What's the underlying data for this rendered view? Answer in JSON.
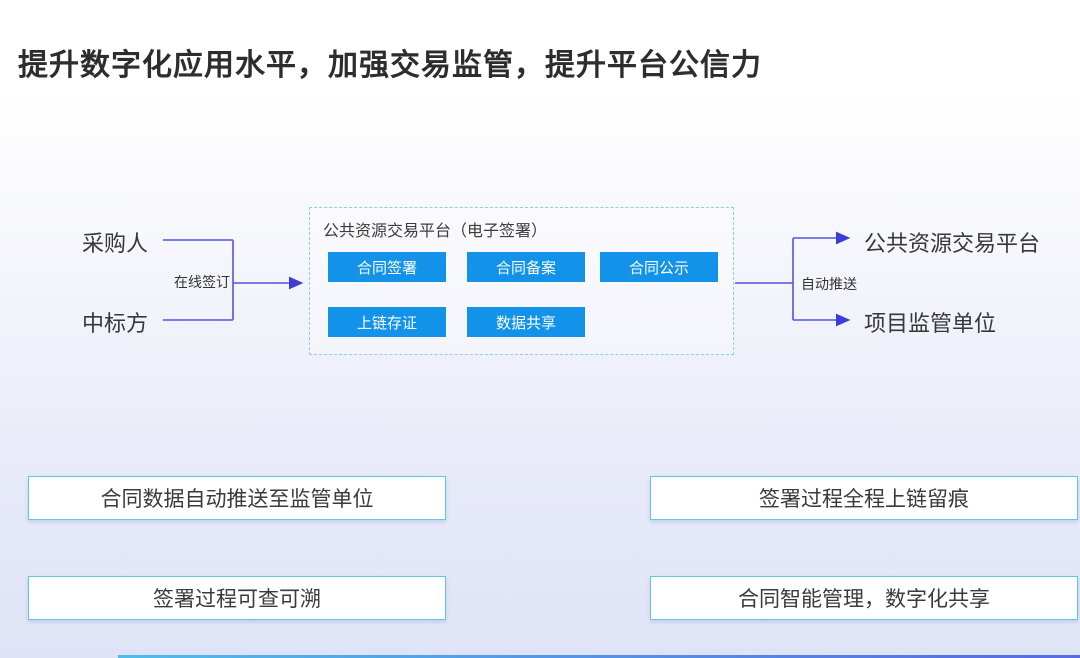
{
  "title": "提升数字化应用水平，加强交易监管，提升平台公信力",
  "flow": {
    "left_nodes": [
      {
        "label": "采购人"
      },
      {
        "label": "中标方"
      }
    ],
    "left_edge_label": "在线签订",
    "platform": {
      "title": "公共资源交易平台（电子签署）",
      "buttons": [
        "合同签署",
        "合同备案",
        "合同公示",
        "上链存证",
        "数据共享"
      ]
    },
    "right_edge_label": "自动推送",
    "right_nodes": [
      {
        "label": "公共资源交易平台"
      },
      {
        "label": "项目监管单位"
      }
    ]
  },
  "benefits": [
    "合同数据自动推送至监管单位",
    "签署过程全程上链留痕",
    "签署过程可查可溯",
    "合同智能管理，数字化共享"
  ],
  "colors": {
    "chip_blue": "#1292e8",
    "connector_purple": "#5454dd",
    "dashed_border_blue": "#85d0ef",
    "benefit_border_blue": "#5ec7ea",
    "title_text": "#2d2d2d"
  }
}
